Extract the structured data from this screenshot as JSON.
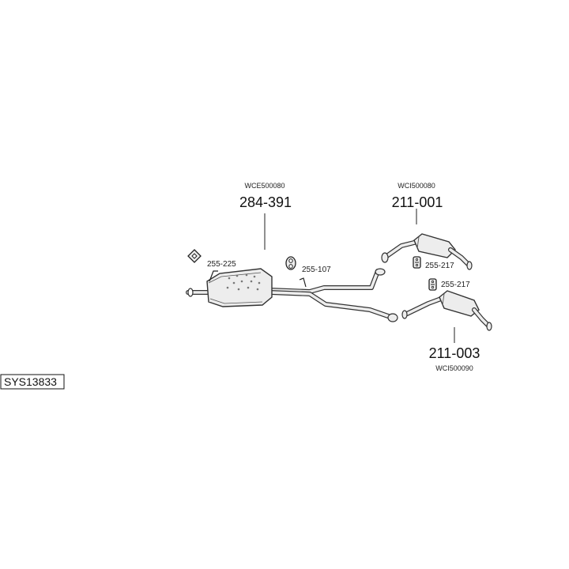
{
  "system_code": "SYS13833",
  "parts": {
    "middle_muffler": {
      "oe_code": "WCE500080",
      "part_number": "284-391"
    },
    "rear_muffler_upper": {
      "oe_code": "WCI500080",
      "part_number": "211-001"
    },
    "rear_muffler_lower": {
      "oe_code": "WCI500090",
      "part_number": "211-003"
    }
  },
  "hangers": {
    "front": "255-225",
    "middle": "255-107",
    "rear_upper": "255-217",
    "rear_lower": "255-217"
  },
  "colors": {
    "line": "#222222",
    "fill": "#ededed",
    "outline": "#333333"
  }
}
